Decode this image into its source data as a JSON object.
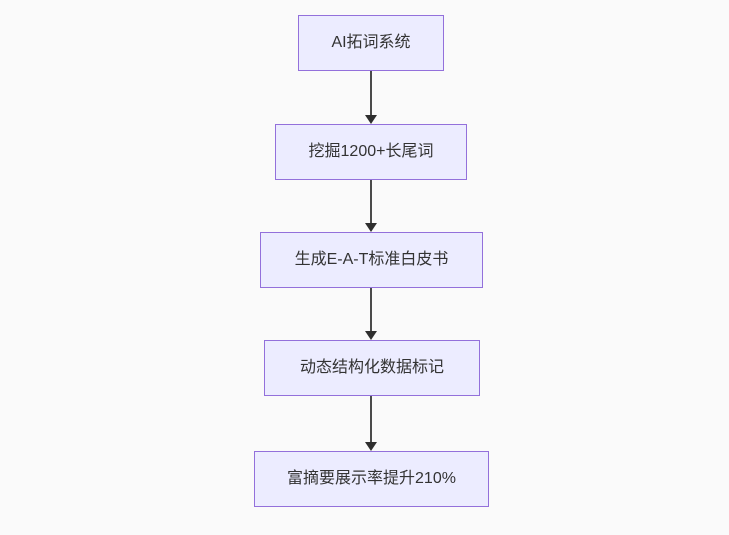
{
  "flowchart": {
    "type": "flowchart",
    "direction": "top-down",
    "colors": {
      "page_background": "#fafafa",
      "node_fill": "#ECECFF",
      "node_border": "#9370DB",
      "edge_color": "#4a4a4a",
      "arrowhead_color": "#2e2e2e",
      "text_color": "#333333"
    },
    "nodes": [
      {
        "id": "node-1",
        "label": "AI拓词系统"
      },
      {
        "id": "node-2",
        "label": "挖掘1200+长尾词"
      },
      {
        "id": "node-3",
        "label": "生成E-A-T标准白皮书"
      },
      {
        "id": "node-4",
        "label": "动态结构化数据标记"
      },
      {
        "id": "node-5",
        "label": "富摘要展示率提升210%"
      }
    ],
    "edges": [
      {
        "from": "node-1",
        "to": "node-2"
      },
      {
        "from": "node-2",
        "to": "node-3"
      },
      {
        "from": "node-3",
        "to": "node-4"
      },
      {
        "from": "node-4",
        "to": "node-5"
      }
    ]
  }
}
